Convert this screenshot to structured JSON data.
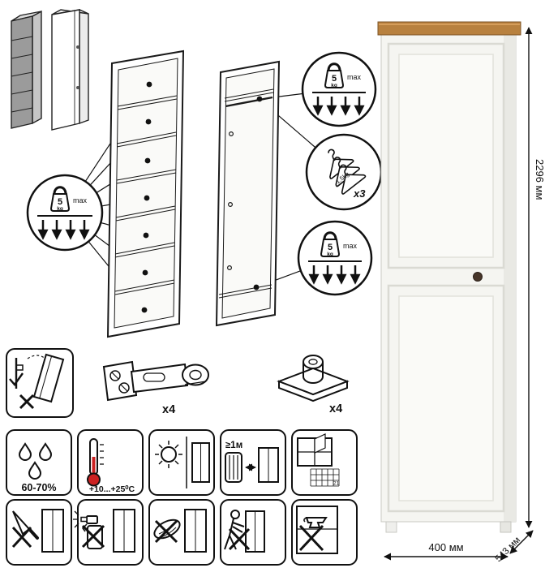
{
  "load_badge": {
    "value": "5",
    "unit": "kg",
    "qualifier": "max"
  },
  "hanger_badge": {
    "weight": "1.5kg",
    "count": "x3"
  },
  "hardware": {
    "hinge_count": "x4",
    "foot_count": "x4"
  },
  "dimensions": {
    "height": "2296 мм",
    "width": "400 мм",
    "depth": "543 мм"
  },
  "care": {
    "humidity": "60-70%",
    "temperature": "+10...+25⁰C",
    "distance": "≥1м",
    "window_number": "21"
  }
}
